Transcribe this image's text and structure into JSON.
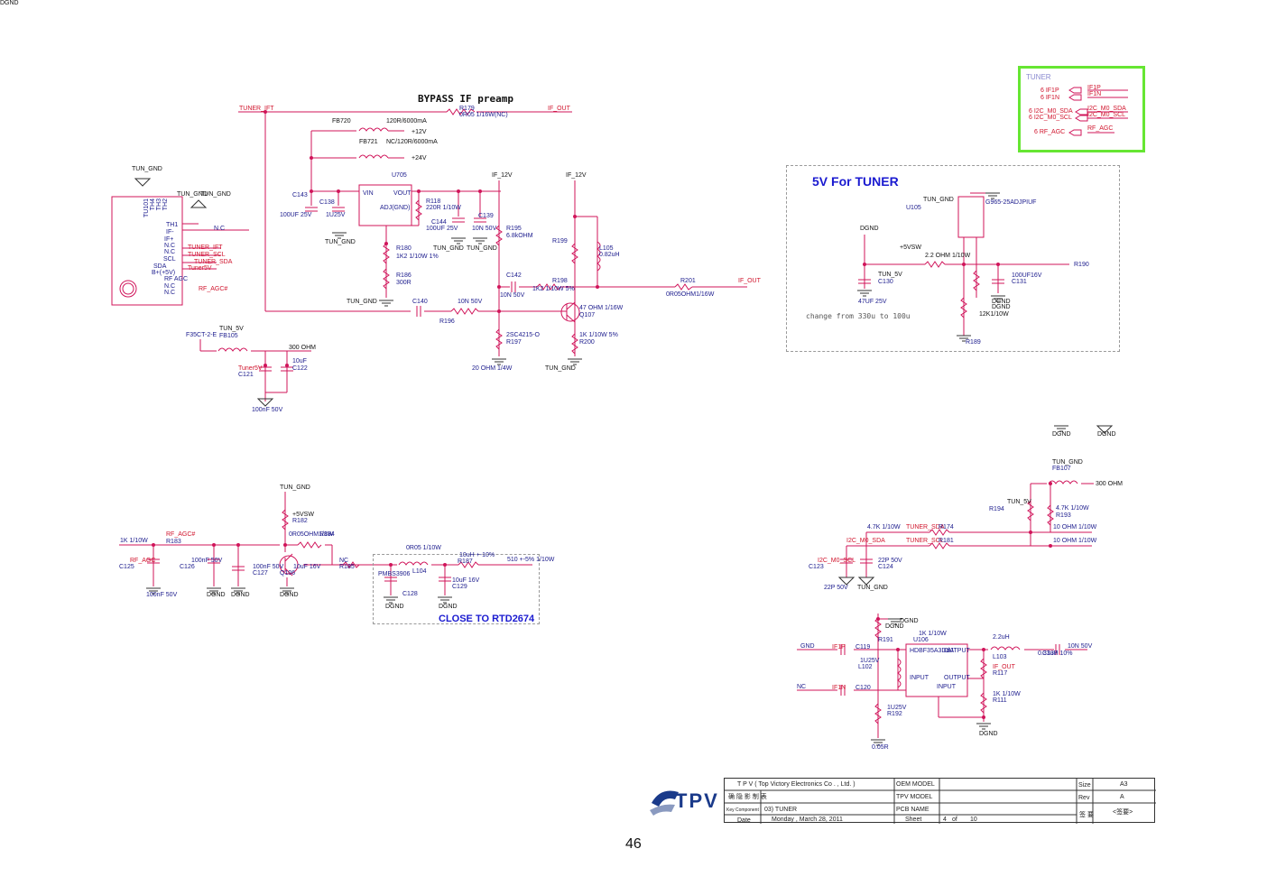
{
  "title": "BYPASS IF preamp",
  "tuner_box": {
    "heading": "TUNER",
    "pins": [
      "6 IF1P",
      "6 IF1N",
      "6 I2C_M0_SDA",
      "6 I2C_M0_SCL",
      "6 RF_AGC"
    ],
    "nets": [
      "IF1P",
      "IF1N",
      "I2C_M0_SDA",
      "I2C_M0_SCL",
      "RF_AGC"
    ]
  },
  "tuner_section": {
    "heading": "5V For TUNER",
    "note": "change from 330u to 100u"
  },
  "close_note": "CLOSE TO RTD2674",
  "labels": [
    {
      "t": "TUNER_IFT",
      "c": "red"
    },
    {
      "t": "R179",
      "c": "blue"
    },
    {
      "t": "0R05 1/16W(NC)",
      "c": "blue"
    },
    {
      "t": "IF_OUT",
      "c": "red"
    },
    {
      "t": "FB720",
      "c": "blk"
    },
    {
      "t": "120R/6000mA",
      "c": "blk"
    },
    {
      "t": "+12V",
      "c": "blk"
    },
    {
      "t": "FB721",
      "c": "blk"
    },
    {
      "t": "NC/120R/6000mA",
      "c": "blk"
    },
    {
      "t": "+24V",
      "c": "blk"
    },
    {
      "t": "U705",
      "c": "blue"
    },
    {
      "t": "VIN",
      "c": "blue"
    },
    {
      "t": "VOUT",
      "c": "blue"
    },
    {
      "t": "ADJ(GND)",
      "c": "blue"
    },
    {
      "t": "C143",
      "c": "blue"
    },
    {
      "t": "100UF 25V",
      "c": "blue"
    },
    {
      "t": "C138",
      "c": "blue"
    },
    {
      "t": "1U25V",
      "c": "blue"
    },
    {
      "t": "TUN_GND",
      "c": "blk"
    },
    {
      "t": "R118",
      "c": "blue"
    },
    {
      "t": "220R 1/10W",
      "c": "blue"
    },
    {
      "t": "C144",
      "c": "blue"
    },
    {
      "t": "100UF 25V",
      "c": "blue"
    },
    {
      "t": "C139",
      "c": "blue"
    },
    {
      "t": "10N 50V",
      "c": "blue"
    },
    {
      "t": "TUN_GND",
      "c": "blk"
    },
    {
      "t": "TUN_GND",
      "c": "blk"
    },
    {
      "t": "IF_12V",
      "c": "blk"
    },
    {
      "t": "IF_12V",
      "c": "blk"
    },
    {
      "t": "R195",
      "c": "blue"
    },
    {
      "t": "6.8kOHM",
      "c": "blue"
    },
    {
      "t": "R199",
      "c": "blue"
    },
    {
      "t": "L105",
      "c": "blue"
    },
    {
      "t": "0.82uH",
      "c": "blue"
    },
    {
      "t": "R180",
      "c": "blue"
    },
    {
      "t": "1K2 1/10W 1%",
      "c": "blue"
    },
    {
      "t": "R186",
      "c": "blue"
    },
    {
      "t": "300R",
      "c": "blue"
    },
    {
      "t": "TUN_GND",
      "c": "blk"
    },
    {
      "t": "C142",
      "c": "blue"
    },
    {
      "t": "10N 50V",
      "c": "blue"
    },
    {
      "t": "R198",
      "c": "blue"
    },
    {
      "t": "1K2 1/10W 5%",
      "c": "blue"
    },
    {
      "t": "R201",
      "c": "blue"
    },
    {
      "t": "0R05OHM1/16W",
      "c": "blue"
    },
    {
      "t": "IF_OUT",
      "c": "red"
    },
    {
      "t": "C140",
      "c": "blue"
    },
    {
      "t": "10N 50V",
      "c": "blue"
    },
    {
      "t": "R196",
      "c": "blue"
    },
    {
      "t": "47 OHM 1/16W",
      "c": "blue"
    },
    {
      "t": "Q107",
      "c": "blue"
    },
    {
      "t": "2SC4215-O",
      "c": "blue"
    },
    {
      "t": "R197",
      "c": "blue"
    },
    {
      "t": "1K 1/10W 5%",
      "c": "blue"
    },
    {
      "t": "R200",
      "c": "blue"
    },
    {
      "t": "20 OHM 1/4W",
      "c": "blue"
    },
    {
      "t": "TUN_GND",
      "c": "blk"
    },
    {
      "t": "TUN_GND",
      "c": "blk"
    },
    {
      "t": "TUN_GND",
      "c": "blk"
    },
    {
      "t": "TUN_GND",
      "c": "blk"
    },
    {
      "t": "TU101",
      "c": "blue"
    },
    {
      "t": "TH4",
      "c": "blue"
    },
    {
      "t": "TH3",
      "c": "blue"
    },
    {
      "t": "TH2",
      "c": "blue"
    },
    {
      "t": "TH1",
      "c": "blue"
    },
    {
      "t": "IF-",
      "c": "blue"
    },
    {
      "t": "IF+",
      "c": "blue"
    },
    {
      "t": "N.C",
      "c": "blue"
    },
    {
      "t": "N.C",
      "c": "blue"
    },
    {
      "t": "SCL",
      "c": "blue"
    },
    {
      "t": "SDA",
      "c": "blue"
    },
    {
      "t": "B+(+5V)",
      "c": "blue"
    },
    {
      "t": "RF AGC",
      "c": "blue"
    },
    {
      "t": "N.C",
      "c": "blue"
    },
    {
      "t": "N.C",
      "c": "blue"
    },
    {
      "t": "N.C",
      "c": "blue"
    },
    {
      "t": "TUNER_IFT",
      "c": "red"
    },
    {
      "t": "TUNER_SCL",
      "c": "red"
    },
    {
      "t": "TUNER_SDA",
      "c": "red"
    },
    {
      "t": "Tuner5V",
      "c": "red"
    },
    {
      "t": "RF_AGC#",
      "c": "red"
    },
    {
      "t": "F35CT-2-E",
      "c": "blue"
    },
    {
      "t": "TUN_5V",
      "c": "blk"
    },
    {
      "t": "FB105",
      "c": "blue"
    },
    {
      "t": "300 OHM",
      "c": "blk"
    },
    {
      "t": "Tuner5V",
      "c": "red"
    },
    {
      "t": "C121",
      "c": "blue"
    },
    {
      "t": "10uF",
      "c": "blue"
    },
    {
      "t": "C122",
      "c": "blue"
    },
    {
      "t": "100nF 50V",
      "c": "blue"
    },
    {
      "t": "TUN_GND",
      "c": "blk"
    },
    {
      "t": "U105",
      "c": "blue"
    },
    {
      "t": "G965-25ADJPIUF",
      "c": "blue"
    },
    {
      "t": "DGND",
      "c": "blk"
    },
    {
      "t": "+5VSW",
      "c": "blk"
    },
    {
      "t": "2.2 OHM 1/10W",
      "c": "blk"
    },
    {
      "t": "R190",
      "c": "blue"
    },
    {
      "t": "TUN_5V",
      "c": "blk"
    },
    {
      "t": "C130",
      "c": "blue"
    },
    {
      "t": "100UF16V",
      "c": "blue"
    },
    {
      "t": "C131",
      "c": "blue"
    },
    {
      "t": "47UF 25V",
      "c": "blue"
    },
    {
      "t": "DGND",
      "c": "blk"
    },
    {
      "t": "DGND",
      "c": "blk"
    },
    {
      "t": "12K1/10W",
      "c": "blk"
    },
    {
      "t": "R189",
      "c": "blue"
    },
    {
      "t": "DGND",
      "c": "blk"
    },
    {
      "t": "DGND",
      "c": "blk"
    },
    {
      "t": "TUN_GND",
      "c": "blk"
    },
    {
      "t": "FB107",
      "c": "blue"
    },
    {
      "t": "300 OHM",
      "c": "blk"
    },
    {
      "t": "TUN_5V",
      "c": "blk"
    },
    {
      "t": "R194",
      "c": "blue"
    },
    {
      "t": "4.7K 1/10W",
      "c": "blue"
    },
    {
      "t": "R193",
      "c": "blue"
    },
    {
      "t": "4.7K 1/10W",
      "c": "blue"
    },
    {
      "t": "TUNER_SDA",
      "c": "red"
    },
    {
      "t": "R174",
      "c": "blue"
    },
    {
      "t": "10 OHM 1/10W",
      "c": "blue"
    },
    {
      "t": "I2C_M0_SDA",
      "c": "red"
    },
    {
      "t": "TUNER_SCL",
      "c": "red"
    },
    {
      "t": "R181",
      "c": "blue"
    },
    {
      "t": "10 OHM 1/10W",
      "c": "blue"
    },
    {
      "t": "I2C_M0_SCL",
      "c": "red"
    },
    {
      "t": "C123",
      "c": "blue"
    },
    {
      "t": "22P 50V",
      "c": "blue"
    },
    {
      "t": "C124",
      "c": "blue"
    },
    {
      "t": "22P 50V",
      "c": "blue"
    },
    {
      "t": "TUN_GND",
      "c": "blk"
    },
    {
      "t": "TUN_GND",
      "c": "blk"
    },
    {
      "t": "+5VSW",
      "c": "blk"
    },
    {
      "t": "R182",
      "c": "blue"
    },
    {
      "t": "1K 1/10W",
      "c": "blue"
    },
    {
      "t": "RF_AGC#",
      "c": "red"
    },
    {
      "t": "R183",
      "c": "blue"
    },
    {
      "t": "0R05OHM1/8W",
      "c": "blue"
    },
    {
      "t": "R184",
      "c": "blue"
    },
    {
      "t": "NC",
      "c": "blue"
    },
    {
      "t": "R185",
      "c": "blue"
    },
    {
      "t": "0R05 1/10W",
      "c": "blue"
    },
    {
      "t": "L104",
      "c": "blue"
    },
    {
      "t": "10uH +-10%",
      "c": "blue"
    },
    {
      "t": "R187",
      "c": "blue"
    },
    {
      "t": "510 +-5% 1/10W",
      "c": "blue"
    },
    {
      "t": "RF_AGC",
      "c": "red"
    },
    {
      "t": "C125",
      "c": "blue"
    },
    {
      "t": "100nF 50V",
      "c": "blue"
    },
    {
      "t": "C126",
      "c": "blue"
    },
    {
      "t": "100nF 50V",
      "c": "blue"
    },
    {
      "t": "C127",
      "c": "blue"
    },
    {
      "t": "10uF 16V",
      "c": "blue"
    },
    {
      "t": "Q106",
      "c": "blue"
    },
    {
      "t": "PMBS3906",
      "c": "blue"
    },
    {
      "t": "C128",
      "c": "blue"
    },
    {
      "t": "10uF 16V",
      "c": "blue"
    },
    {
      "t": "C129",
      "c": "blue"
    },
    {
      "t": "100nF 50V",
      "c": "blue"
    },
    {
      "t": "DGND",
      "c": "blk"
    },
    {
      "t": "DGND",
      "c": "blk"
    },
    {
      "t": "DGND",
      "c": "blk"
    },
    {
      "t": "DGND",
      "c": "blk"
    },
    {
      "t": "DGND",
      "c": "blk"
    },
    {
      "t": "DGND",
      "c": "blk"
    },
    {
      "t": "DGND",
      "c": "blk"
    },
    {
      "t": "R191",
      "c": "blue"
    },
    {
      "t": "1K 1/10W",
      "c": "blue"
    },
    {
      "t": "U106",
      "c": "blue"
    },
    {
      "t": "HDBF35A3DdA",
      "c": "blue"
    },
    {
      "t": "OUTPUT",
      "c": "blue"
    },
    {
      "t": "INPUT",
      "c": "blue"
    },
    {
      "t": "OUTPUT",
      "c": "blue"
    },
    {
      "t": "INPUT",
      "c": "blue"
    },
    {
      "t": "GND",
      "c": "blue"
    },
    {
      "t": "IF1P",
      "c": "red"
    },
    {
      "t": "C119",
      "c": "blue"
    },
    {
      "t": "1U25V",
      "c": "blue"
    },
    {
      "t": "L102",
      "c": "blue"
    },
    {
      "t": "2.2uH",
      "c": "blue"
    },
    {
      "t": "L103",
      "c": "blue"
    },
    {
      "t": "0.33uH 10%",
      "c": "blue"
    },
    {
      "t": "C137",
      "c": "blue"
    },
    {
      "t": "10N 50V",
      "c": "blue"
    },
    {
      "t": "IF_OUT",
      "c": "red"
    },
    {
      "t": "R117",
      "c": "blue"
    },
    {
      "t": "NC",
      "c": "blue"
    },
    {
      "t": "IF1N",
      "c": "red"
    },
    {
      "t": "C120",
      "c": "blue"
    },
    {
      "t": "1U25V",
      "c": "blue"
    },
    {
      "t": "R192",
      "c": "blue"
    },
    {
      "t": "1K 1/10W",
      "c": "blue"
    },
    {
      "t": "R111",
      "c": "blue"
    },
    {
      "t": "0.05R",
      "c": "blue"
    },
    {
      "t": "DGND",
      "c": "blk"
    },
    {
      "t": "DGND",
      "c": "blk"
    }
  ],
  "title_block": {
    "company": "T P V  ( Top  Victory  Electronics  Co . ,  Ltd. )",
    "row2_left": "确 隐 影 制 表",
    "key_component": "Key Component",
    "key_component_value": "03) TUNER",
    "date_label": "Date",
    "date_value": "Monday , March 28, 2011",
    "oem_model_label": "OEM MODEL",
    "tpv_model_label": "TPV MODEL",
    "pcb_name_label": "PCB NAME",
    "sheet_label": "Sheet",
    "sheet_no": "4",
    "sheet_of": "of",
    "sheet_total": "10",
    "size_label": "Size",
    "size_value": "A3",
    "rev_label": "Rev",
    "rev_value": "A",
    "sign_label": "签 要",
    "sign_value": "<签要>"
  },
  "logo_text": "TPV",
  "page_number": "46",
  "colors": {
    "wire": "#d0145a",
    "blue_text": "#1a1a8c",
    "red_text": "#d0142c",
    "tuner_box_border": "#66e632"
  }
}
